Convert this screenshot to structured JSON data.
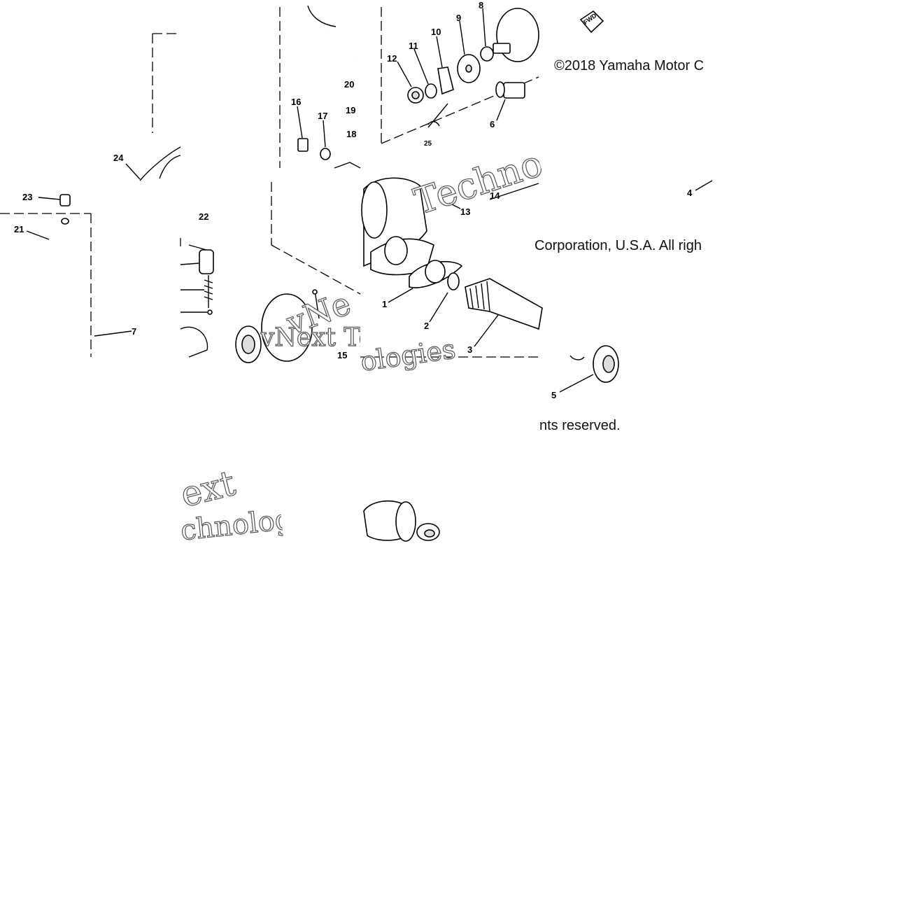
{
  "copyright_parts": [
    "©2018 Yamaha Motor C",
    "Corporation, U.S.A. All righ",
    "nts reserved."
  ],
  "fwd_badge": "FWD",
  "watermark_fragments": [
    "Techno",
    "vNext Te",
    "ologies",
    "vNe",
    "ext",
    "chnologie"
  ],
  "callouts": [
    "1",
    "2",
    "3",
    "4",
    "5",
    "6",
    "7",
    "8",
    "9",
    "10",
    "11",
    "12",
    "13",
    "14",
    "15",
    "16",
    "17",
    "18",
    "19",
    "20",
    "21",
    "22",
    "23",
    "24",
    "25"
  ]
}
